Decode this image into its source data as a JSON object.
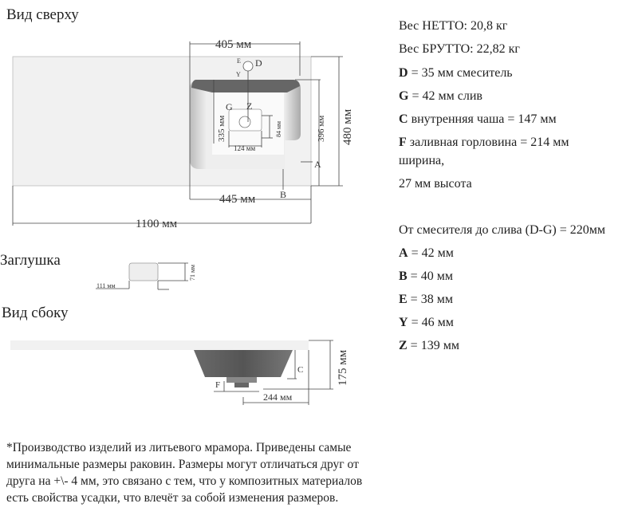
{
  "headings": {
    "top_view": "Вид сверху",
    "plug": "Заглушка",
    "side_view": "Вид сбоку"
  },
  "top_view": {
    "dim_405": "405 мм",
    "dim_480": "480 мм",
    "dim_396": "396 мм",
    "dim_445": "445 мм",
    "dim_1100": "1100 мм",
    "dim_335": "335 мм",
    "dim_124": "124 мм",
    "dim_84": "84 мм",
    "label_E": "E",
    "label_D": "D",
    "label_Y": "Y",
    "label_G": "G",
    "label_Z": "Z",
    "label_A": "A",
    "label_B": "B"
  },
  "plug_view": {
    "dim_111": "111 мм",
    "dim_71": "71 мм"
  },
  "side": {
    "dim_175": "175 мм",
    "dim_244": "244 мм",
    "label_C": "C",
    "label_F": "F"
  },
  "specs": [
    {
      "key": "",
      "text": "Вес НЕТТО: 20,8 кг"
    },
    {
      "key": "",
      "text": "Вес БРУТТО: 22,82 кг"
    },
    {
      "key": "D",
      "text": " = 35 мм смеситель"
    },
    {
      "key": "G",
      "text": " = 42 мм слив"
    },
    {
      "key": "C",
      "text": " внутренняя чаша = 147 мм"
    },
    {
      "key": "F",
      "text": " заливная горловина = 214 мм"
    },
    {
      "key": "",
      "text": "ширина,"
    },
    {
      "key": "",
      "text": "27 мм высота"
    },
    {
      "key": "",
      "text": "От смесителя до слива (D-G) = 220мм"
    },
    {
      "key": "A",
      "text": " = 42 мм"
    },
    {
      "key": "B",
      "text": " = 40 мм"
    },
    {
      "key": "E",
      "text": " = 38 мм"
    },
    {
      "key": "Y",
      "text": " = 46 мм"
    },
    {
      "key": "Z",
      "text": " = 139 мм"
    }
  ],
  "note": "*Производство изделий из литьевого мрамора. Приведены самые минимальные размеры раковин. Размеры могут отличаться друг от друга на +\\- 4 мм, это связано с тем, что у композитных материалов есть свойства усадки, что влечёт за собой изменения размеров."
}
